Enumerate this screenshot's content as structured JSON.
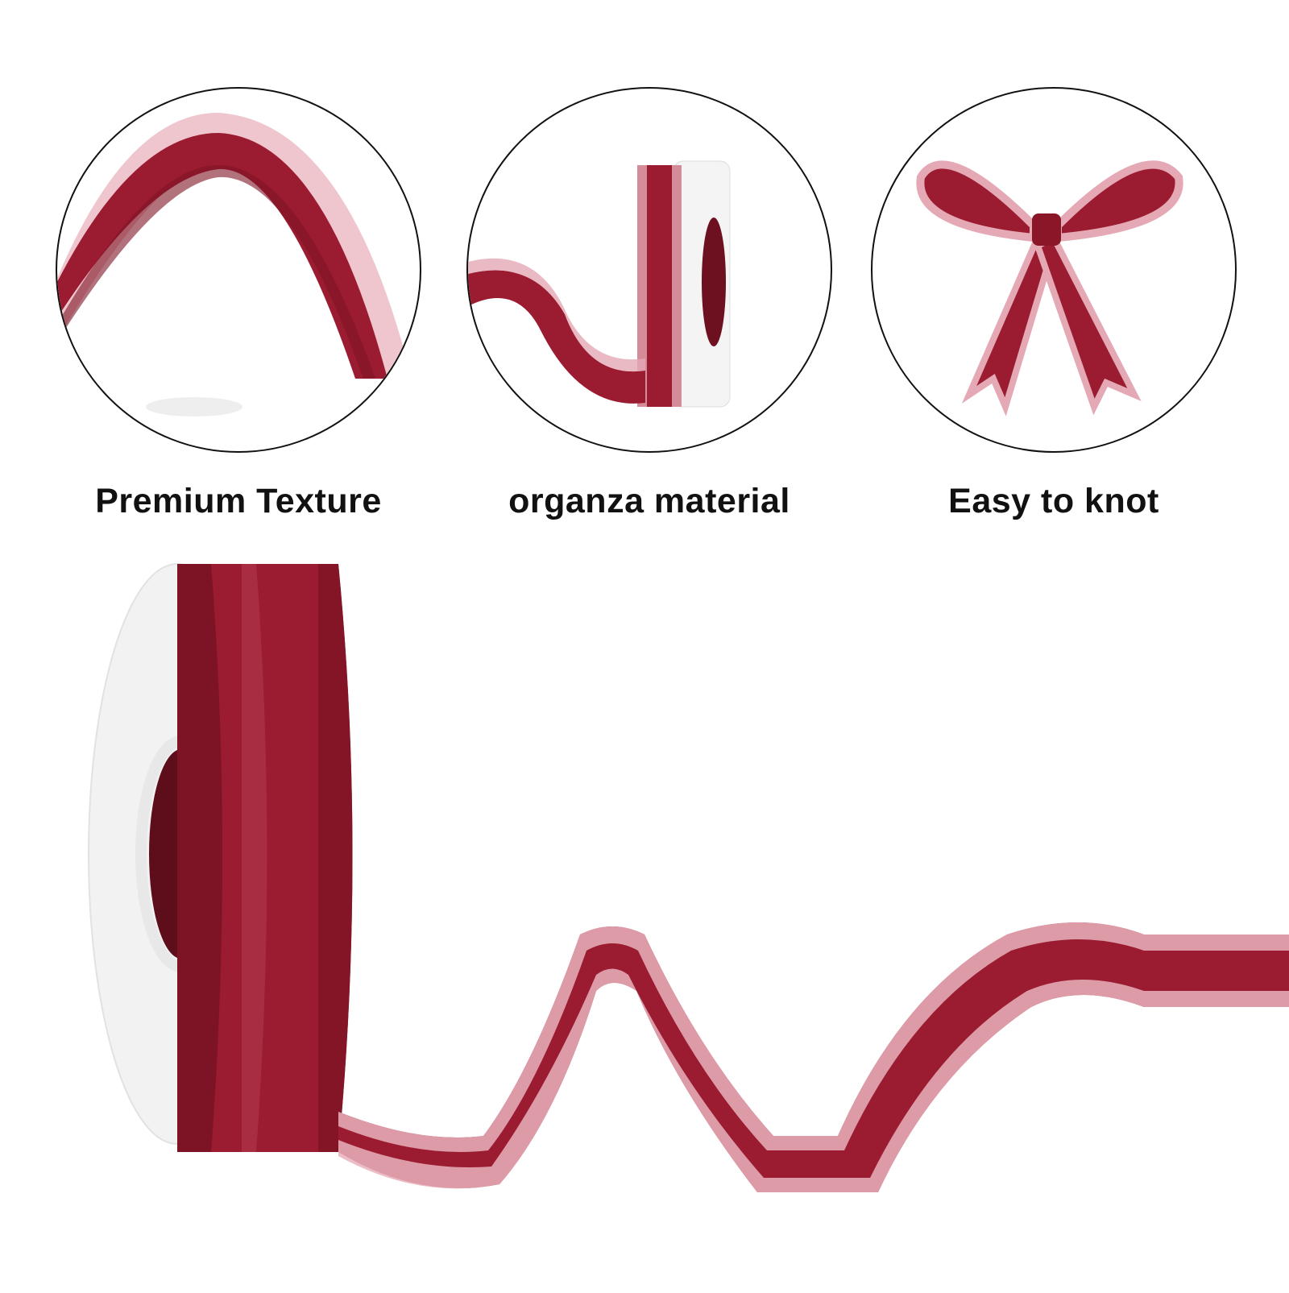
{
  "features": [
    {
      "caption": "Premium Texture",
      "image": "ribbon-wave-closeup"
    },
    {
      "caption": "organza material",
      "image": "ribbon-spool-side"
    },
    {
      "caption": "Easy to knot",
      "image": "ribbon-bow"
    }
  ],
  "hero": {
    "image": "ribbon-spool-unrolled"
  },
  "colors": {
    "satin": "#9b1b30",
    "satin_dark": "#7d1425",
    "organza": "#e4a9b4",
    "outline": "#111111",
    "spool": "#f3f3f3"
  }
}
